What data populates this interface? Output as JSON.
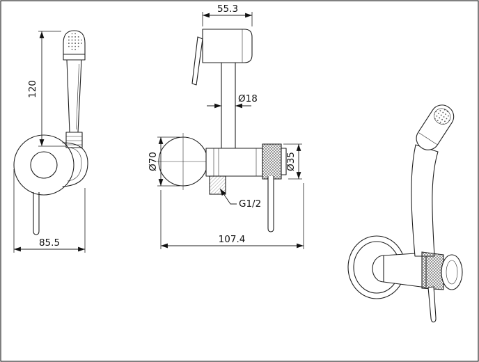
{
  "colors": {
    "line": "#1f1f1f",
    "background": "#ffffff"
  },
  "dimensions": {
    "head_width": "55.3",
    "sprayer_height": "120",
    "tube_diameter": "Ø18",
    "flange_diameter": "Ø70",
    "knob_diameter": "Ø35",
    "thread_size": "G1/2",
    "side_depth": "85.5",
    "total_depth": "107.4"
  }
}
